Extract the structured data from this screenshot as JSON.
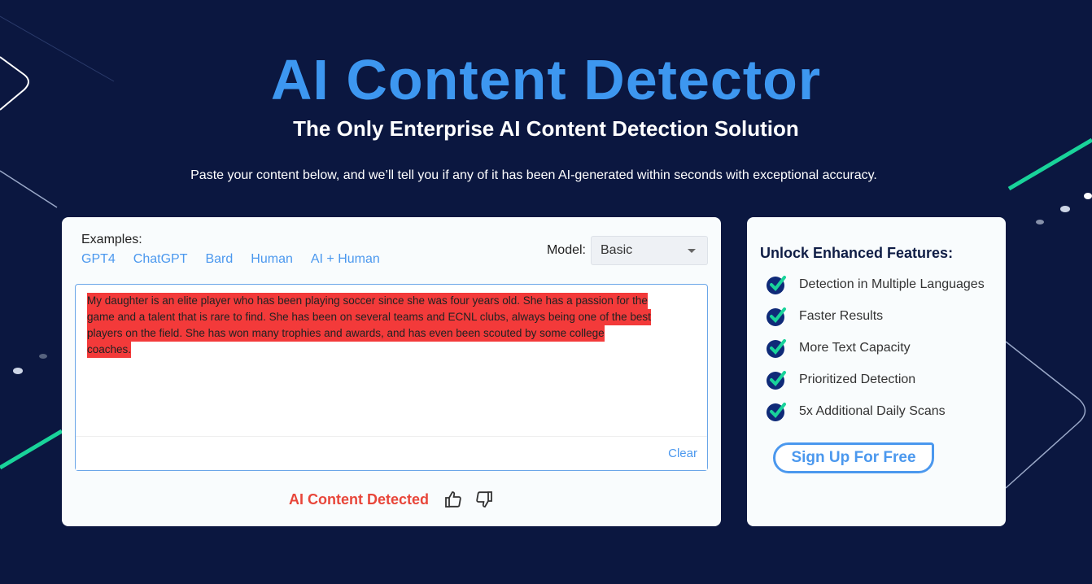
{
  "header": {
    "title": "AI Content Detector",
    "subtitle": "The Only Enterprise AI Content Detection Solution",
    "lead": "Paste your content below, and we’ll tell you if any of it has been AI-generated within seconds with exceptional accuracy."
  },
  "examples": {
    "label": "Examples:",
    "links": [
      "GPT4",
      "ChatGPT",
      "Bard",
      "Human",
      "AI + Human"
    ]
  },
  "model": {
    "label": "Model:",
    "selected": "Basic"
  },
  "input": {
    "lines": [
      "My daughter is an elite player who has been playing soccer since she was four years old. She has a passion for the",
      "game and a talent that is rare to find. She has been on several teams and ECNL clubs, always being one of the best",
      "players on the field. She has won many trophies and awards, and has even been scouted by some college",
      "coaches."
    ],
    "highlight_color": "#f33a3a",
    "clear_label": "Clear"
  },
  "result": {
    "text": "AI Content Detected",
    "color": "#e8463a"
  },
  "sidebar": {
    "title": "Unlock Enhanced Features:",
    "features": [
      "Detection in Multiple Languages",
      "Faster Results",
      "More Text Capacity",
      "Prioritized Detection",
      "5x Additional Daily Scans"
    ],
    "cta": "Sign Up For Free"
  }
}
